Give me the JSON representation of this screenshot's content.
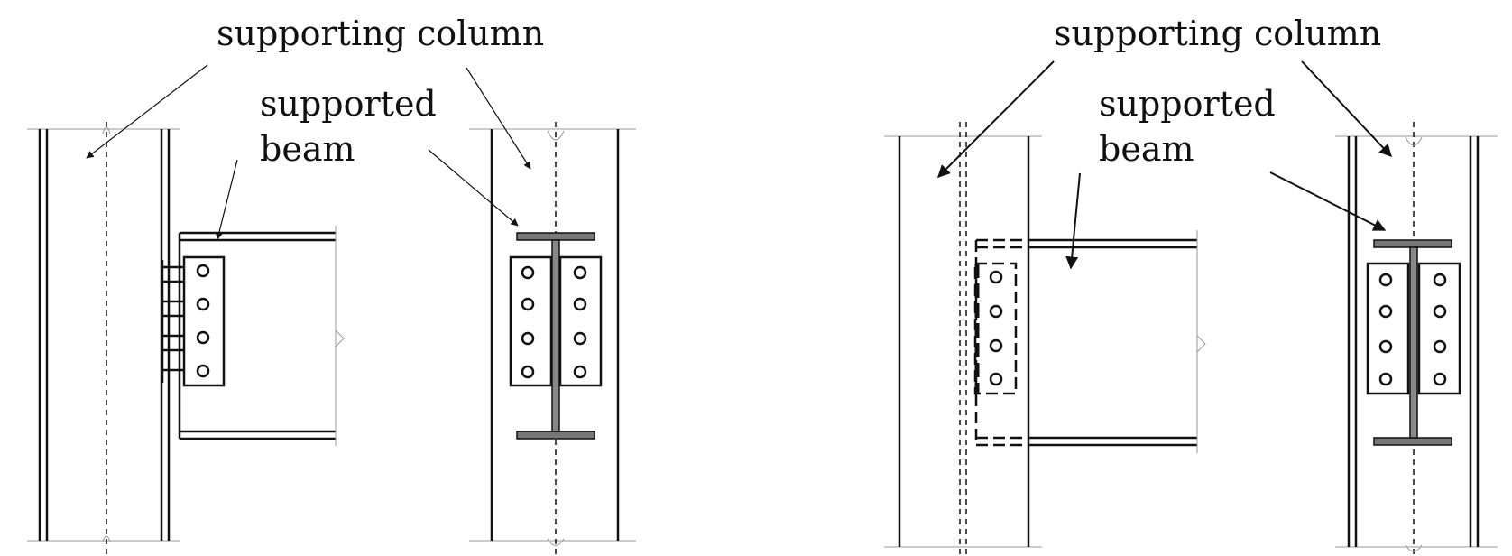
{
  "labels": {
    "supporting_column": "supporting column",
    "supported_line1": "supported",
    "supported_line2": "beam"
  },
  "colors": {
    "line": "#111111",
    "flange_fill": "#777777",
    "guide": "#999999"
  }
}
